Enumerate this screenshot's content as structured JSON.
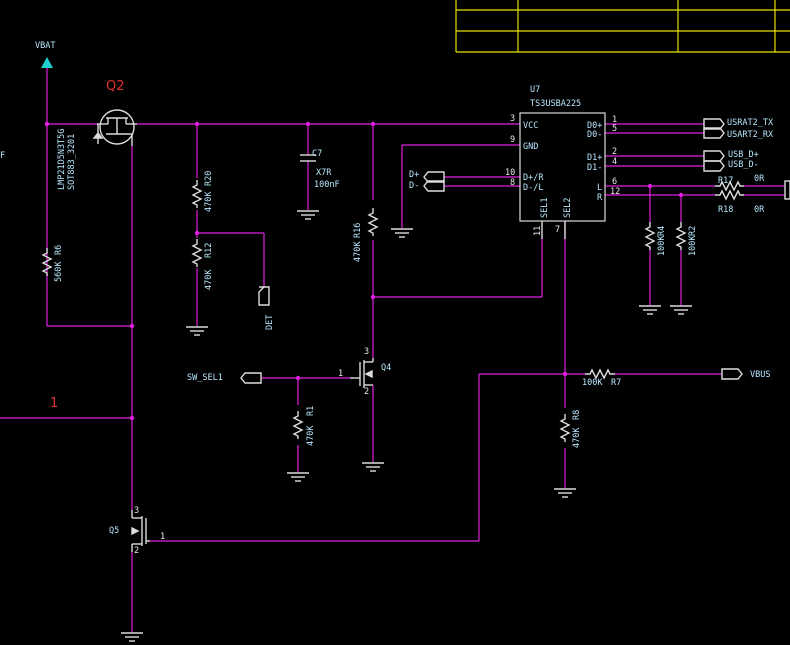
{
  "labels": {
    "vbat": "VBAT",
    "q2_ref": "Q2",
    "q2_part": "LMP21D5N3T5G",
    "q2_pkg": "SOT883_3201",
    "left_f": "F",
    "net_1": "1",
    "r6": "R6",
    "r6_val": "560K",
    "r20": "R20",
    "r20_val": "470K",
    "r12": "R12",
    "r12_val": "470K",
    "det": "DET",
    "c7": "C7",
    "c7_type": "X7R",
    "c7_val": "100nF",
    "r16": "R16",
    "r16_val": "470K",
    "u7": "U7",
    "u7_part": "TS3USBA225",
    "pins": {
      "vcc": "VCC",
      "gnd": "GND",
      "dp_r": "D+/R",
      "dm_l": "D-/L",
      "sel1": "SEL1",
      "sel2": "SEL2",
      "d0p": "D0+",
      "d0m": "D0-",
      "d1p": "D1+",
      "d1m": "D1-",
      "l": "L",
      "r": "R"
    },
    "pin_nums": {
      "p3": "3",
      "p9": "9",
      "p10": "10",
      "p8": "8",
      "p11": "11",
      "p7": "7",
      "p1": "1",
      "p5": "5",
      "p2": "2",
      "p4": "4",
      "p6": "6",
      "p12": "12"
    },
    "d_plus": "D+",
    "d_minus": "D-",
    "usart_tx": "USRAT2_TX",
    "usart_rx": "USART2_RX",
    "usb_dp": "USB_D+",
    "usb_dm": "USB_D-",
    "r17": "R17",
    "r17_val": "0R",
    "r18": "R18",
    "r18_val": "0R",
    "r4": "R4",
    "r4_val": "100K",
    "r2": "R2",
    "r2_val": "100K",
    "sw_sel1": "SW_SEL1",
    "r1": "R1",
    "r1_val": "470K",
    "q4": "Q4",
    "q4_p3": "3",
    "q4_p1": "1",
    "q4_p2": "2",
    "r7": "R7",
    "r7_val": "100K",
    "vbus": "VBUS",
    "r8": "R8",
    "r8_val": "470K",
    "q5": "Q5",
    "q5_p3": "3",
    "q5_p1": "1",
    "q5_p2": "2"
  },
  "colors": {
    "wire": "#e020e0",
    "component": "#dcdcdc",
    "label": "#b8e8ff",
    "title_block": "#e8e000",
    "ref_red": "#e03030",
    "power_arrow": "#20d0d0"
  }
}
